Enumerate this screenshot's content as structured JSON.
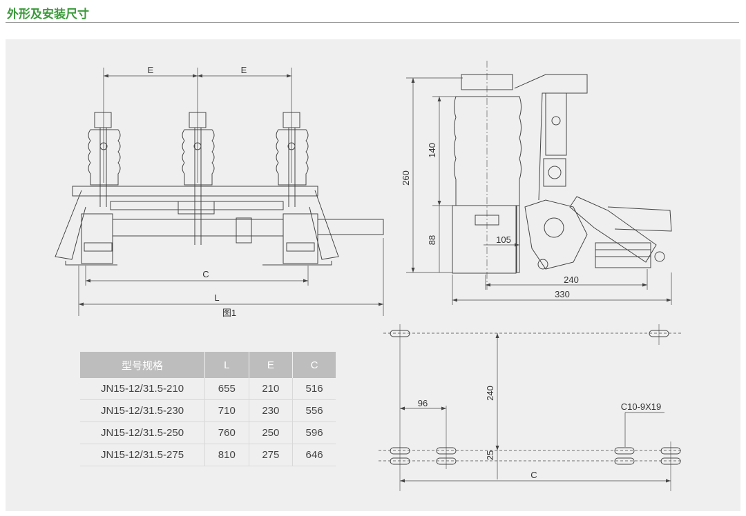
{
  "header": {
    "title": "外形及安装尺寸"
  },
  "figure": {
    "caption": "图1",
    "front_view": {
      "dim_e1": "E",
      "dim_e2": "E",
      "dim_c": "C",
      "dim_l": "L"
    },
    "side_view": {
      "dim_260": "260",
      "dim_140": "140",
      "dim_88": "88",
      "dim_105": "105",
      "dim_240": "240",
      "dim_330": "330"
    },
    "mounting_view": {
      "dim_96": "96",
      "dim_240": "240",
      "dim_25": "25",
      "dim_c": "C",
      "hole_label": "C10-9X19"
    }
  },
  "spec_table": {
    "headers": [
      "型号规格",
      "L",
      "E",
      "C"
    ],
    "rows": [
      [
        "JN15-12/31.5-210",
        "655",
        "210",
        "516"
      ],
      [
        "JN15-12/31.5-230",
        "710",
        "230",
        "556"
      ],
      [
        "JN15-12/31.5-250",
        "760",
        "250",
        "596"
      ],
      [
        "JN15-12/31.5-275",
        "810",
        "275",
        "646"
      ]
    ]
  }
}
